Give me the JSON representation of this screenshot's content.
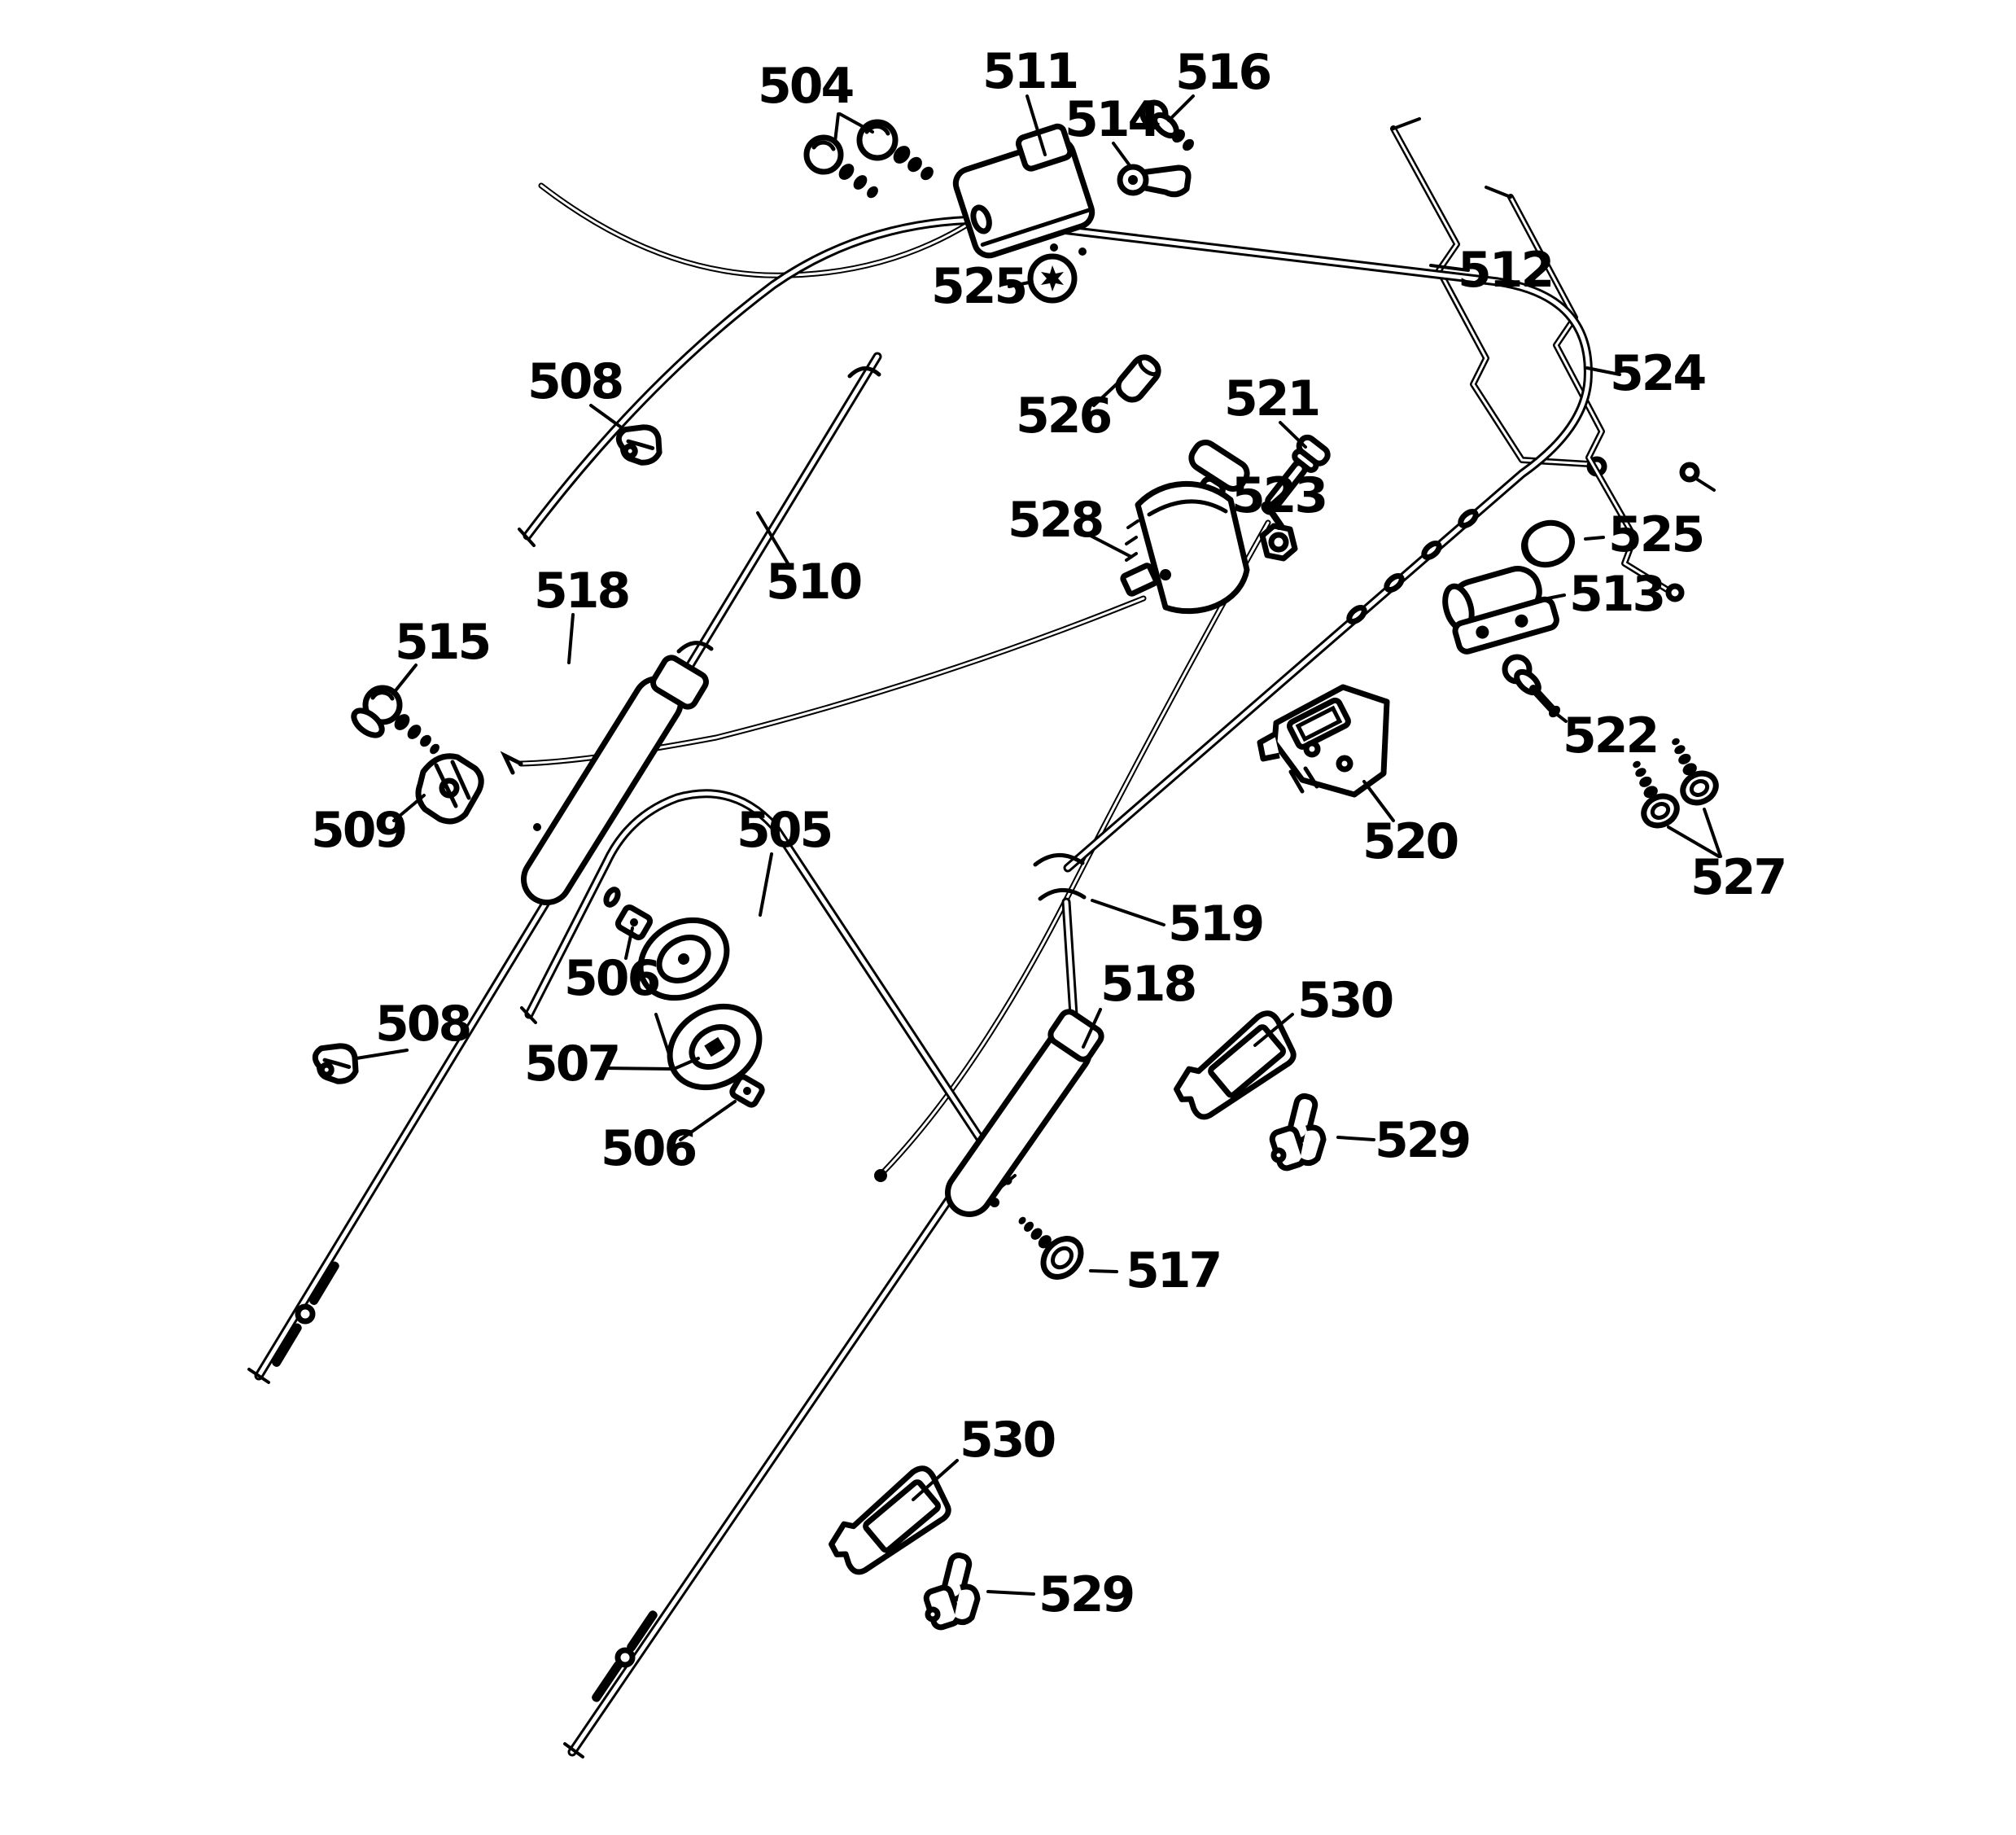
{
  "diagram": {
    "type": "exploded-parts-diagram",
    "subject": "lawn mower handle assembly",
    "background_color": "#ffffff",
    "line_color": "#000000",
    "labels": [
      {
        "part": "504",
        "text": "504"
      },
      {
        "part": "511",
        "text": "511"
      },
      {
        "part": "516",
        "text": "516"
      },
      {
        "part": "514",
        "text": "514"
      },
      {
        "part": "525",
        "text": "525"
      },
      {
        "part": "512",
        "text": "512"
      },
      {
        "part": "524",
        "text": "524"
      },
      {
        "part": "508",
        "text": "508"
      },
      {
        "part": "526",
        "text": "526"
      },
      {
        "part": "521",
        "text": "521"
      },
      {
        "part": "523",
        "text": "523"
      },
      {
        "part": "528",
        "text": "528"
      },
      {
        "part": "510",
        "text": "510"
      },
      {
        "part": "518",
        "text": "518"
      },
      {
        "part": "515",
        "text": "515"
      },
      {
        "part": "509",
        "text": "509"
      },
      {
        "part": "505",
        "text": "505"
      },
      {
        "part": "506",
        "text": "506"
      },
      {
        "part": "507",
        "text": "507"
      },
      {
        "part": "506",
        "text": "506"
      },
      {
        "part": "519",
        "text": "519"
      },
      {
        "part": "518",
        "text": "518"
      },
      {
        "part": "530",
        "text": "530"
      },
      {
        "part": "529",
        "text": "529"
      },
      {
        "part": "520",
        "text": "520"
      },
      {
        "part": "522",
        "text": "522"
      },
      {
        "part": "513",
        "text": "513"
      },
      {
        "part": "525",
        "text": "525"
      },
      {
        "part": "527",
        "text": "527"
      },
      {
        "part": "517",
        "text": "517"
      },
      {
        "part": "530",
        "text": "530"
      },
      {
        "part": "529",
        "text": "529"
      },
      {
        "part": "508",
        "text": "508"
      }
    ]
  }
}
